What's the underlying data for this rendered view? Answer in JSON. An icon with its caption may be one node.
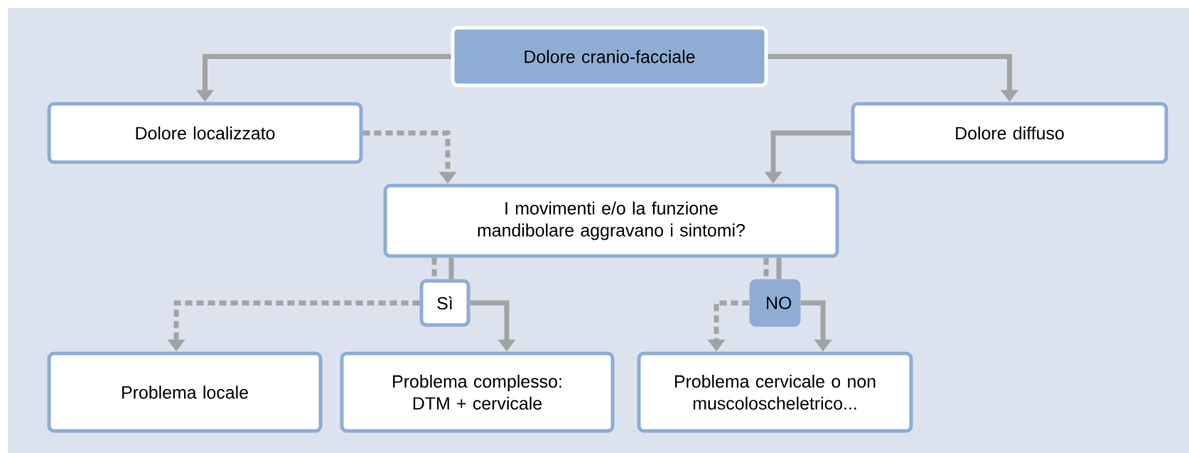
{
  "diagram": {
    "nodes": [
      {
        "text": [
          "Dolore cranio-facciale"
        ]
      },
      {
        "text": [
          "Dolore localizzato"
        ]
      },
      {
        "text": [
          "Dolore diffuso"
        ]
      },
      {
        "text": [
          "I movimenti e/o la funzione mandibolare aggravano i sintomi?"
        ]
      },
      {
        "text": [
          "Sì"
        ]
      },
      {
        "text": [
          "NO"
        ]
      },
      {
        "text": [
          "Problema locale"
        ]
      },
      {
        "text": [
          "Problema complesso: DTM + cervicale"
        ]
      },
      {
        "text": [
          "Problema cervicale o non muscoloscheletrico..."
        ]
      }
    ],
    "edges": [
      {
        "from": 0,
        "to": 1,
        "arrow": "to"
      },
      {
        "from": 0,
        "to": 2,
        "arrow": "to"
      },
      {
        "from": 1,
        "to": 3,
        "arrow": "to",
        "style": "dashed"
      },
      {
        "from": 2,
        "to": 3,
        "arrow": "to"
      },
      {
        "from": 3,
        "to": 4,
        "arrow": "none",
        "style": "dashed"
      },
      {
        "from": 3,
        "to": 4,
        "arrow": "none"
      },
      {
        "from": 3,
        "to": 5,
        "arrow": "none",
        "style": "dashed"
      },
      {
        "from": 3,
        "to": 5,
        "arrow": "none"
      },
      {
        "from": 4,
        "to": 6,
        "arrow": "to",
        "style": "dashed"
      },
      {
        "from": 4,
        "to": 7,
        "arrow": "to"
      },
      {
        "from": 5,
        "to": 8,
        "arrow": "to",
        "style": "dashed"
      },
      {
        "from": 5,
        "to": 8,
        "arrow": "to"
      }
    ]
  }
}
